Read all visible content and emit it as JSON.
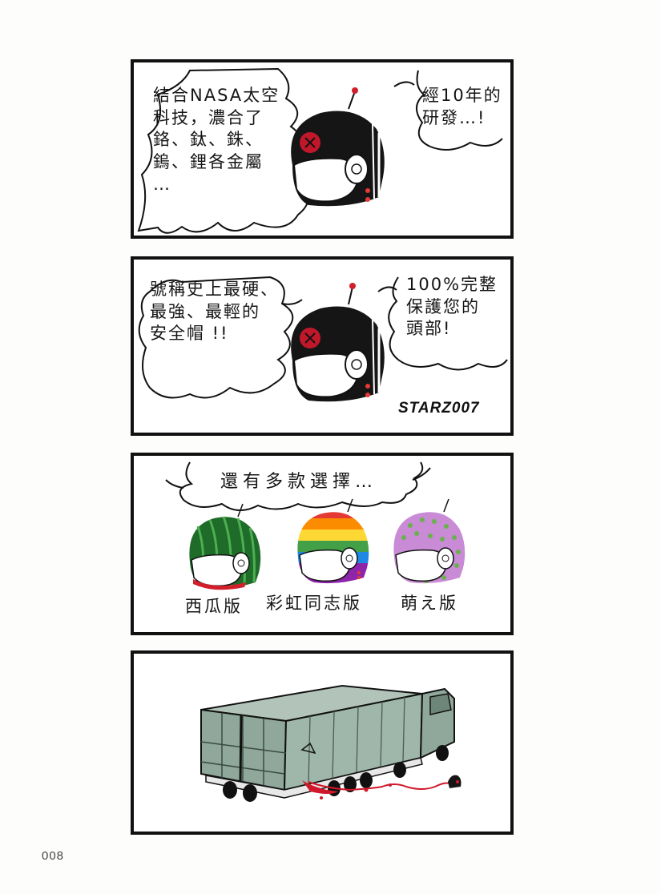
{
  "panel1": {
    "left_text": [
      "結合NASA太空",
      "科技，濃合了",
      "鉻、鈦、銖、",
      "鎢、鋰各金屬",
      "…"
    ],
    "right_text": [
      "經10年的",
      "研發…!"
    ]
  },
  "panel2": {
    "left_text": [
      "號稱史上最硬、",
      "最強、最輕的",
      "安全帽 !!"
    ],
    "right_text": [
      "100%完整",
      "保護您的",
      "頭部!"
    ],
    "signature": "STARZ007"
  },
  "panel3": {
    "speech": "還有多款選擇…",
    "helmets": [
      {
        "label": "西瓜版",
        "theme": "watermelon",
        "colors": [
          "#1f6b2a",
          "#2e8c3a",
          "#c81e1e"
        ]
      },
      {
        "label": "彩虹同志版",
        "theme": "rainbow",
        "colors": [
          "#e53935",
          "#fb8c00",
          "#fdd835",
          "#43a047",
          "#1e88e5",
          "#8e24aa"
        ]
      },
      {
        "label": "萌え版",
        "theme": "cute",
        "colors": [
          "#c98bd6",
          "#6ab04c"
        ]
      }
    ]
  },
  "panel4": {
    "truck_color": "#8fa89b",
    "blood_color": "#d0182a"
  },
  "page_number": "008"
}
